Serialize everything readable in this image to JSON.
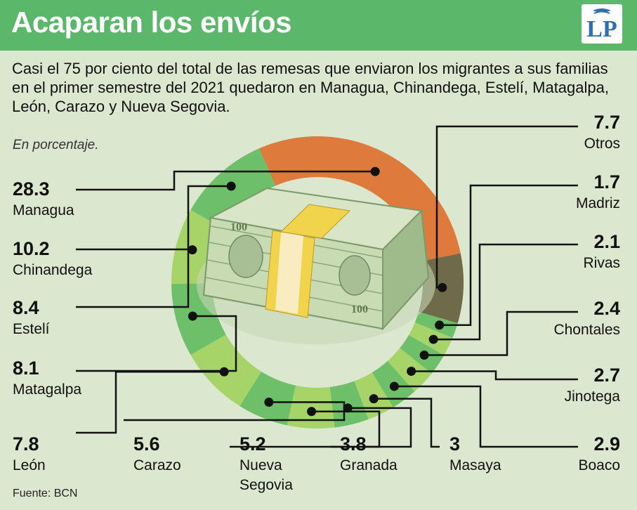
{
  "header": {
    "title": "Acaparan los envíos",
    "logo_text": "LP"
  },
  "subtitle": "Casi el 75 por ciento del total de las remesas que enviaron los migrantes a sus familias en el primer semestre del 2021 quedaron en Managua, Chinandega, Estelí, Matagalpa, León, Carazo y Nueva Segovia.",
  "unit_note": "En porcentaje.",
  "source": "Fuente: BCN",
  "colors": {
    "header": "#5bb86b",
    "background": "#dbe8cf",
    "managua": "#de7a3c",
    "otros": "#6e6a4a",
    "green_dark": "#6dbf69",
    "green_light": "#a7d468"
  },
  "chart_data": {
    "type": "donut",
    "unit": "porcentaje",
    "slices": [
      {
        "label": "Managua",
        "value": 28.3,
        "value_text": "28.3",
        "color": "#de7a3c"
      },
      {
        "label": "Otros",
        "value": 7.7,
        "value_text": "7.7",
        "color": "#6e6a4a"
      },
      {
        "label": "Madriz",
        "value": 1.7,
        "value_text": "1.7",
        "color": "#6dbf69"
      },
      {
        "label": "Rivas",
        "value": 2.1,
        "value_text": "2.1",
        "color": "#a7d468"
      },
      {
        "label": "Chontales",
        "value": 2.4,
        "value_text": "2.4",
        "color": "#6dbf69"
      },
      {
        "label": "Jinotega",
        "value": 2.7,
        "value_text": "2.7",
        "color": "#a7d468"
      },
      {
        "label": "Boaco",
        "value": 2.9,
        "value_text": "2.9",
        "color": "#6dbf69"
      },
      {
        "label": "Masaya",
        "value": 3.0,
        "value_text": "3",
        "color": "#a7d468"
      },
      {
        "label": "Granada",
        "value": 3.8,
        "value_text": "3.8",
        "color": "#6dbf69"
      },
      {
        "label": "Nueva Segovia",
        "value": 5.2,
        "value_text": "5.2",
        "color": "#a7d468"
      },
      {
        "label": "Carazo",
        "value": 5.6,
        "value_text": "5.6",
        "color": "#6dbf69"
      },
      {
        "label": "León",
        "value": 7.8,
        "value_text": "7.8",
        "color": "#a7d468"
      },
      {
        "label": "Matagalpa",
        "value": 8.1,
        "value_text": "8.1",
        "color": "#6dbf69"
      },
      {
        "label": "Estelí",
        "value": 8.4,
        "value_text": "8.4",
        "color": "#a7d468"
      },
      {
        "label": "Chinandega",
        "value": 10.2,
        "value_text": "10.2",
        "color": "#6dbf69"
      }
    ]
  }
}
